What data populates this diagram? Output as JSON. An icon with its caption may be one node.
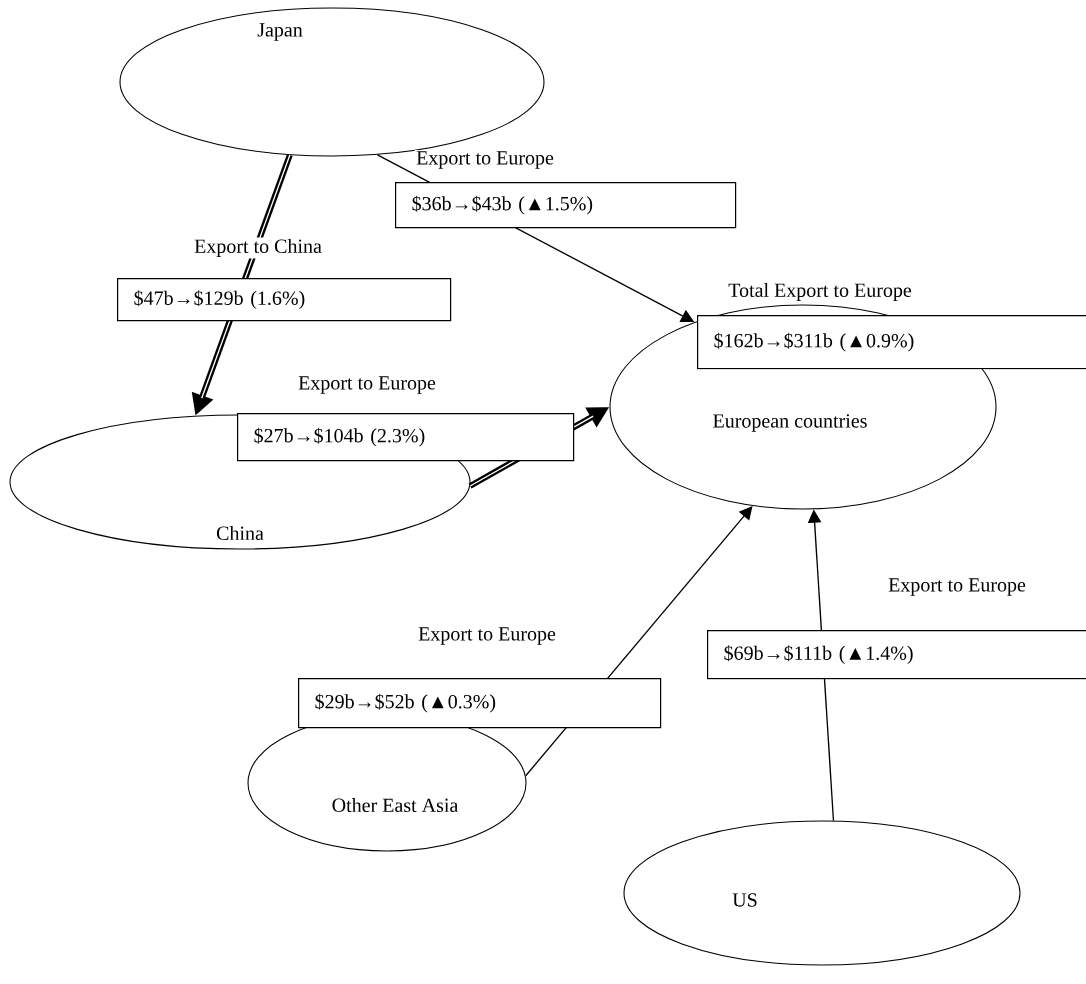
{
  "diagram": {
    "nodes": [
      {
        "text": [
          "Japan"
        ]
      },
      {
        "text": [
          "China"
        ]
      },
      {
        "text": [
          "Total Export to Europe",
          "$162b→$311b (▲0.9%)",
          "European countries"
        ]
      },
      {
        "text": [
          "Other East Asia"
        ]
      },
      {
        "text": [
          "US"
        ]
      }
    ],
    "edges": [
      {
        "from": 0,
        "to": 2,
        "arrow": "to",
        "label": "$36b→$43b (▲1.5%)"
      },
      {
        "from": 0,
        "to": 1,
        "arrow": "to",
        "label": "$47b→$129b (1.6%)",
        "style": "thick"
      },
      {
        "from": 1,
        "to": 2,
        "arrow": "to",
        "label": "$27b→$104b (2.3%)",
        "style": "thick"
      },
      {
        "from": 3,
        "to": 2,
        "arrow": "to",
        "label": "$29b→$52b (▲0.3%)"
      },
      {
        "from": 4,
        "to": 2,
        "arrow": "to",
        "label": "$69b→$111b (▲1.4%)"
      }
    ],
    "labels": [
      "Export to Europe",
      "Export to China",
      "Export to Europe",
      "Export to Europe",
      "Export to Europe"
    ]
  }
}
